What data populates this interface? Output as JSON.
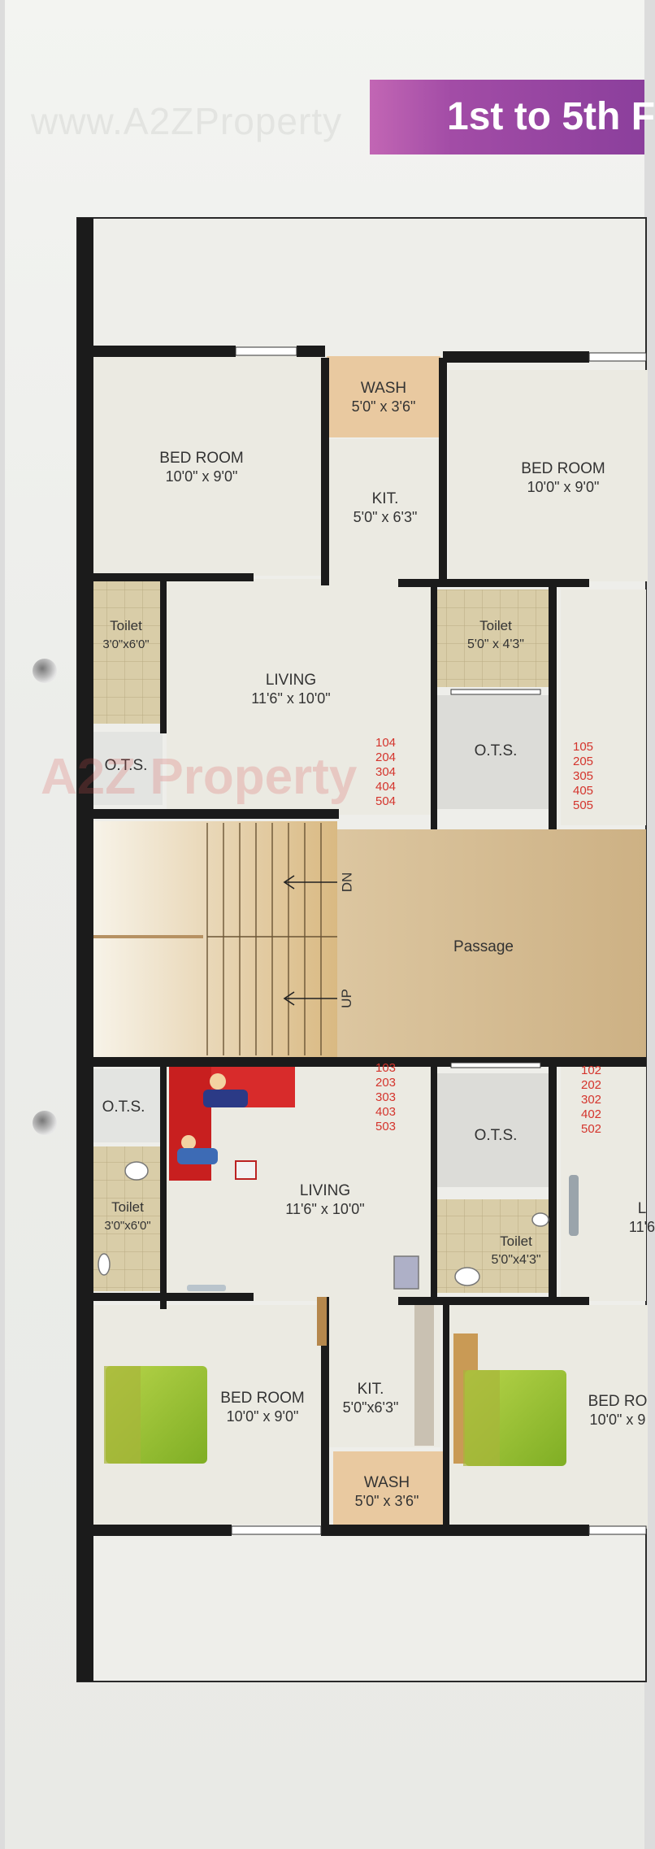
{
  "watermark": {
    "top": "www.A2ZProperty",
    "center": "A2Z Property"
  },
  "banner": {
    "title": "1st to 5th F"
  },
  "rooms": {
    "top_bed_left": {
      "name": "BED ROOM",
      "dim": "10'0\" x 9'0\""
    },
    "top_wash": {
      "name": "WASH",
      "dim": "5'0\" x 3'6\""
    },
    "top_kit": {
      "name": "KIT.",
      "dim": "5'0\" x 6'3\""
    },
    "top_bed_right": {
      "name": "BED ROOM",
      "dim": "10'0\" x 9'0\""
    },
    "top_toilet_left": {
      "name": "Toilet",
      "dim": "3'0\"x6'0\""
    },
    "top_toilet_right": {
      "name": "Toilet",
      "dim": "5'0\" x 4'3\""
    },
    "top_living": {
      "name": "LIVING",
      "dim": "11'6\" x 10'0\""
    },
    "ots_top_left": {
      "name": "O.T.S."
    },
    "ots_top_mid": {
      "name": "O.T.S."
    },
    "passage": {
      "name": "Passage"
    },
    "stair_dn": {
      "name": "DN"
    },
    "stair_up": {
      "name": "UP"
    },
    "ots_bot_left": {
      "name": "O.T.S."
    },
    "ots_bot_mid": {
      "name": "O.T.S."
    },
    "bot_toilet_left": {
      "name": "Toilet",
      "dim": "3'0\"x6'0\""
    },
    "bot_living": {
      "name": "LIVING",
      "dim": "11'6\" x 10'0\""
    },
    "bot_toilet_right": {
      "name": "Toilet",
      "dim": "5'0\"x4'3\""
    },
    "bot_living_right": {
      "name": "L",
      "dim": "11'6"
    },
    "bot_bed_left": {
      "name": "BED ROOM",
      "dim": "10'0\" x 9'0\""
    },
    "bot_kit": {
      "name": "KIT.",
      "dim": "5'0\"x6'3\""
    },
    "bot_wash": {
      "name": "WASH",
      "dim": "5'0\" x 3'6\""
    },
    "bot_bed_right": {
      "name": "BED RO",
      "dim": "10'0\" x 9"
    }
  },
  "flat_numbers": {
    "a": "104\n204\n304\n404\n504",
    "b": "105\n205\n305\n405\n505",
    "c": "103\n203\n303\n403\n503",
    "d": "102\n202\n302\n402\n502"
  },
  "colors": {
    "wall": "#1b1b1b",
    "room_fill": "#ebeae2",
    "tile": "#d9cda8",
    "wash": "#e9c9a0",
    "passage": "#d6bd95",
    "flat_no": "#d4342c",
    "banner": "#9b47a2"
  }
}
